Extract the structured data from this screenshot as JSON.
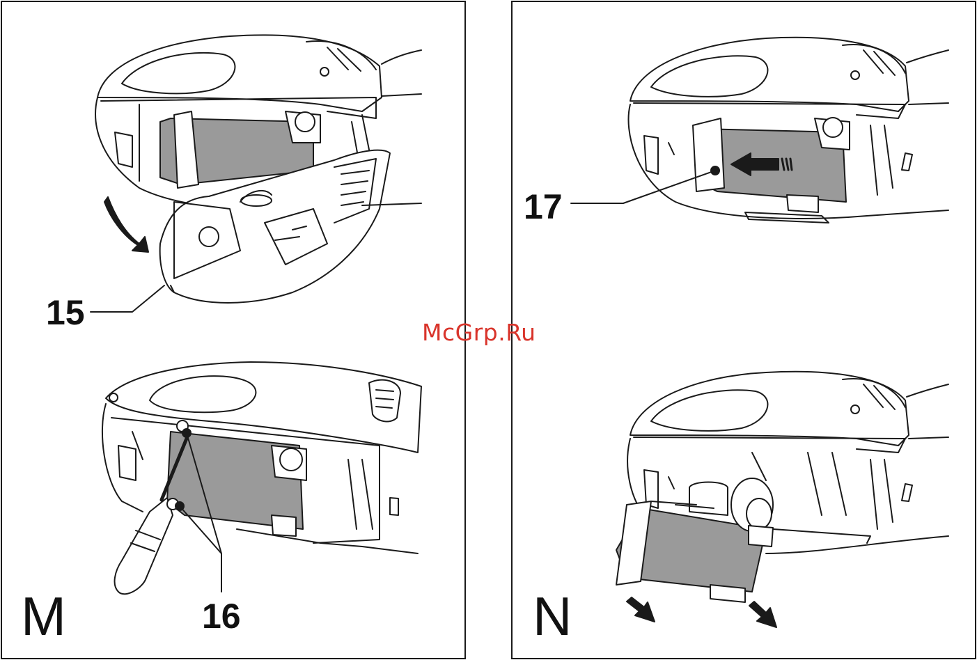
{
  "panels": [
    {
      "letter": "M",
      "callouts": [
        "15",
        "16"
      ]
    },
    {
      "letter": "N",
      "callouts": [
        "17"
      ]
    }
  ],
  "watermark": "McGrp.Ru",
  "colors": {
    "line": "#1a1a1a",
    "battery_fill": "#9a9a9a",
    "watermark": "#d9342b"
  }
}
